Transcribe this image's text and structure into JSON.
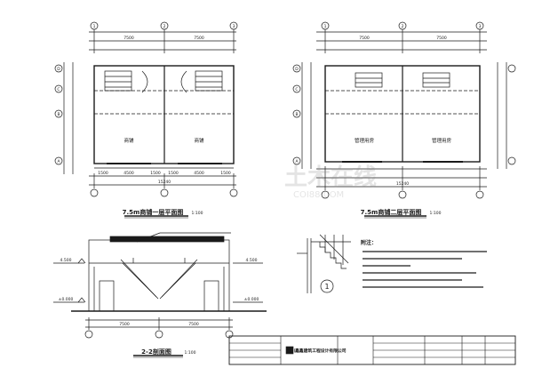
{
  "plan1": {
    "title": "7.5m商铺一层平面图",
    "scale": "1:100",
    "room_left": "商铺",
    "room_right": "商铺",
    "top_dims": [
      "7500",
      "7500"
    ],
    "overall_dim": "15240",
    "bottom_dims": [
      "1500",
      "4500",
      "1500",
      "1500",
      "4500",
      "1500"
    ],
    "grid_top": [
      "1",
      "2",
      "3"
    ],
    "grid_side": [
      "A",
      "B",
      "C",
      "D"
    ]
  },
  "plan2": {
    "title": "7.5m商铺二层平面图",
    "scale": "1:100",
    "room_left": "管理用房",
    "room_right": "管理用房",
    "top_dims": [
      "7500",
      "7500"
    ],
    "overall_dim": "15240",
    "grid_top": [
      "1",
      "2",
      "3"
    ],
    "grid_side": [
      "A",
      "B",
      "C",
      "D"
    ]
  },
  "section": {
    "title": "2-2剖面图",
    "scale": "1:100",
    "levels": [
      "4.500",
      "±0.000"
    ],
    "top_dims": [
      "7500",
      "7500"
    ]
  },
  "detail": {
    "marker": "1"
  },
  "notes": {
    "heading": "附注："
  },
  "title_block": {
    "company": "四川鑫鑫建筑工程设计有限公司"
  },
  "watermark": {
    "name": "土木在线",
    "domain": "COI88.COM"
  }
}
